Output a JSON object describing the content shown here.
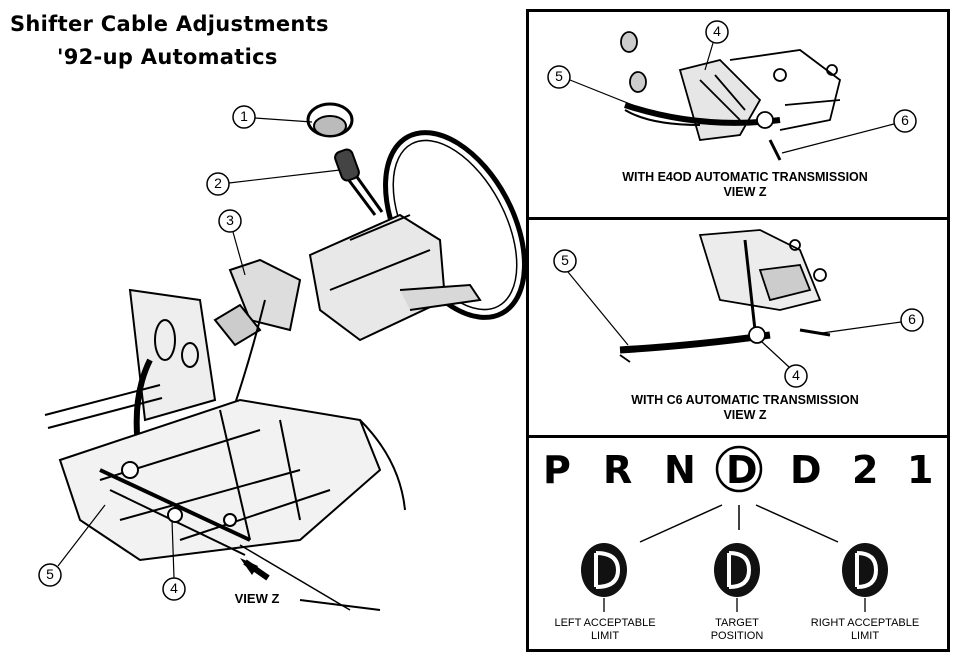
{
  "title_line1": "Shifter Cable Adjustments",
  "title_line2": "'92-up Automatics",
  "main_view": {
    "callouts": [
      "1",
      "2",
      "3",
      "5",
      "4"
    ],
    "view_label": "VIEW Z"
  },
  "e4od_panel": {
    "callouts": [
      "4",
      "5",
      "6"
    ],
    "caption_line1": "WITH E4OD AUTOMATIC TRANSMISSION",
    "caption_line2": "VIEW Z"
  },
  "c6_panel": {
    "callouts": [
      "5",
      "6",
      "4"
    ],
    "caption_line1": "WITH C6 AUTOMATIC TRANSMISSION",
    "caption_line2": "VIEW Z"
  },
  "gear_panel": {
    "gears": [
      "P",
      "R",
      "N",
      "D",
      "D",
      "2",
      "1"
    ],
    "circled_gear": "D",
    "positions": [
      {
        "line1": "LEFT ACCEPTABLE",
        "line2": "LIMIT"
      },
      {
        "line1": "TARGET",
        "line2": "POSITION"
      },
      {
        "line1": "RIGHT ACCEPTABLE",
        "line2": "LIMIT"
      }
    ]
  }
}
